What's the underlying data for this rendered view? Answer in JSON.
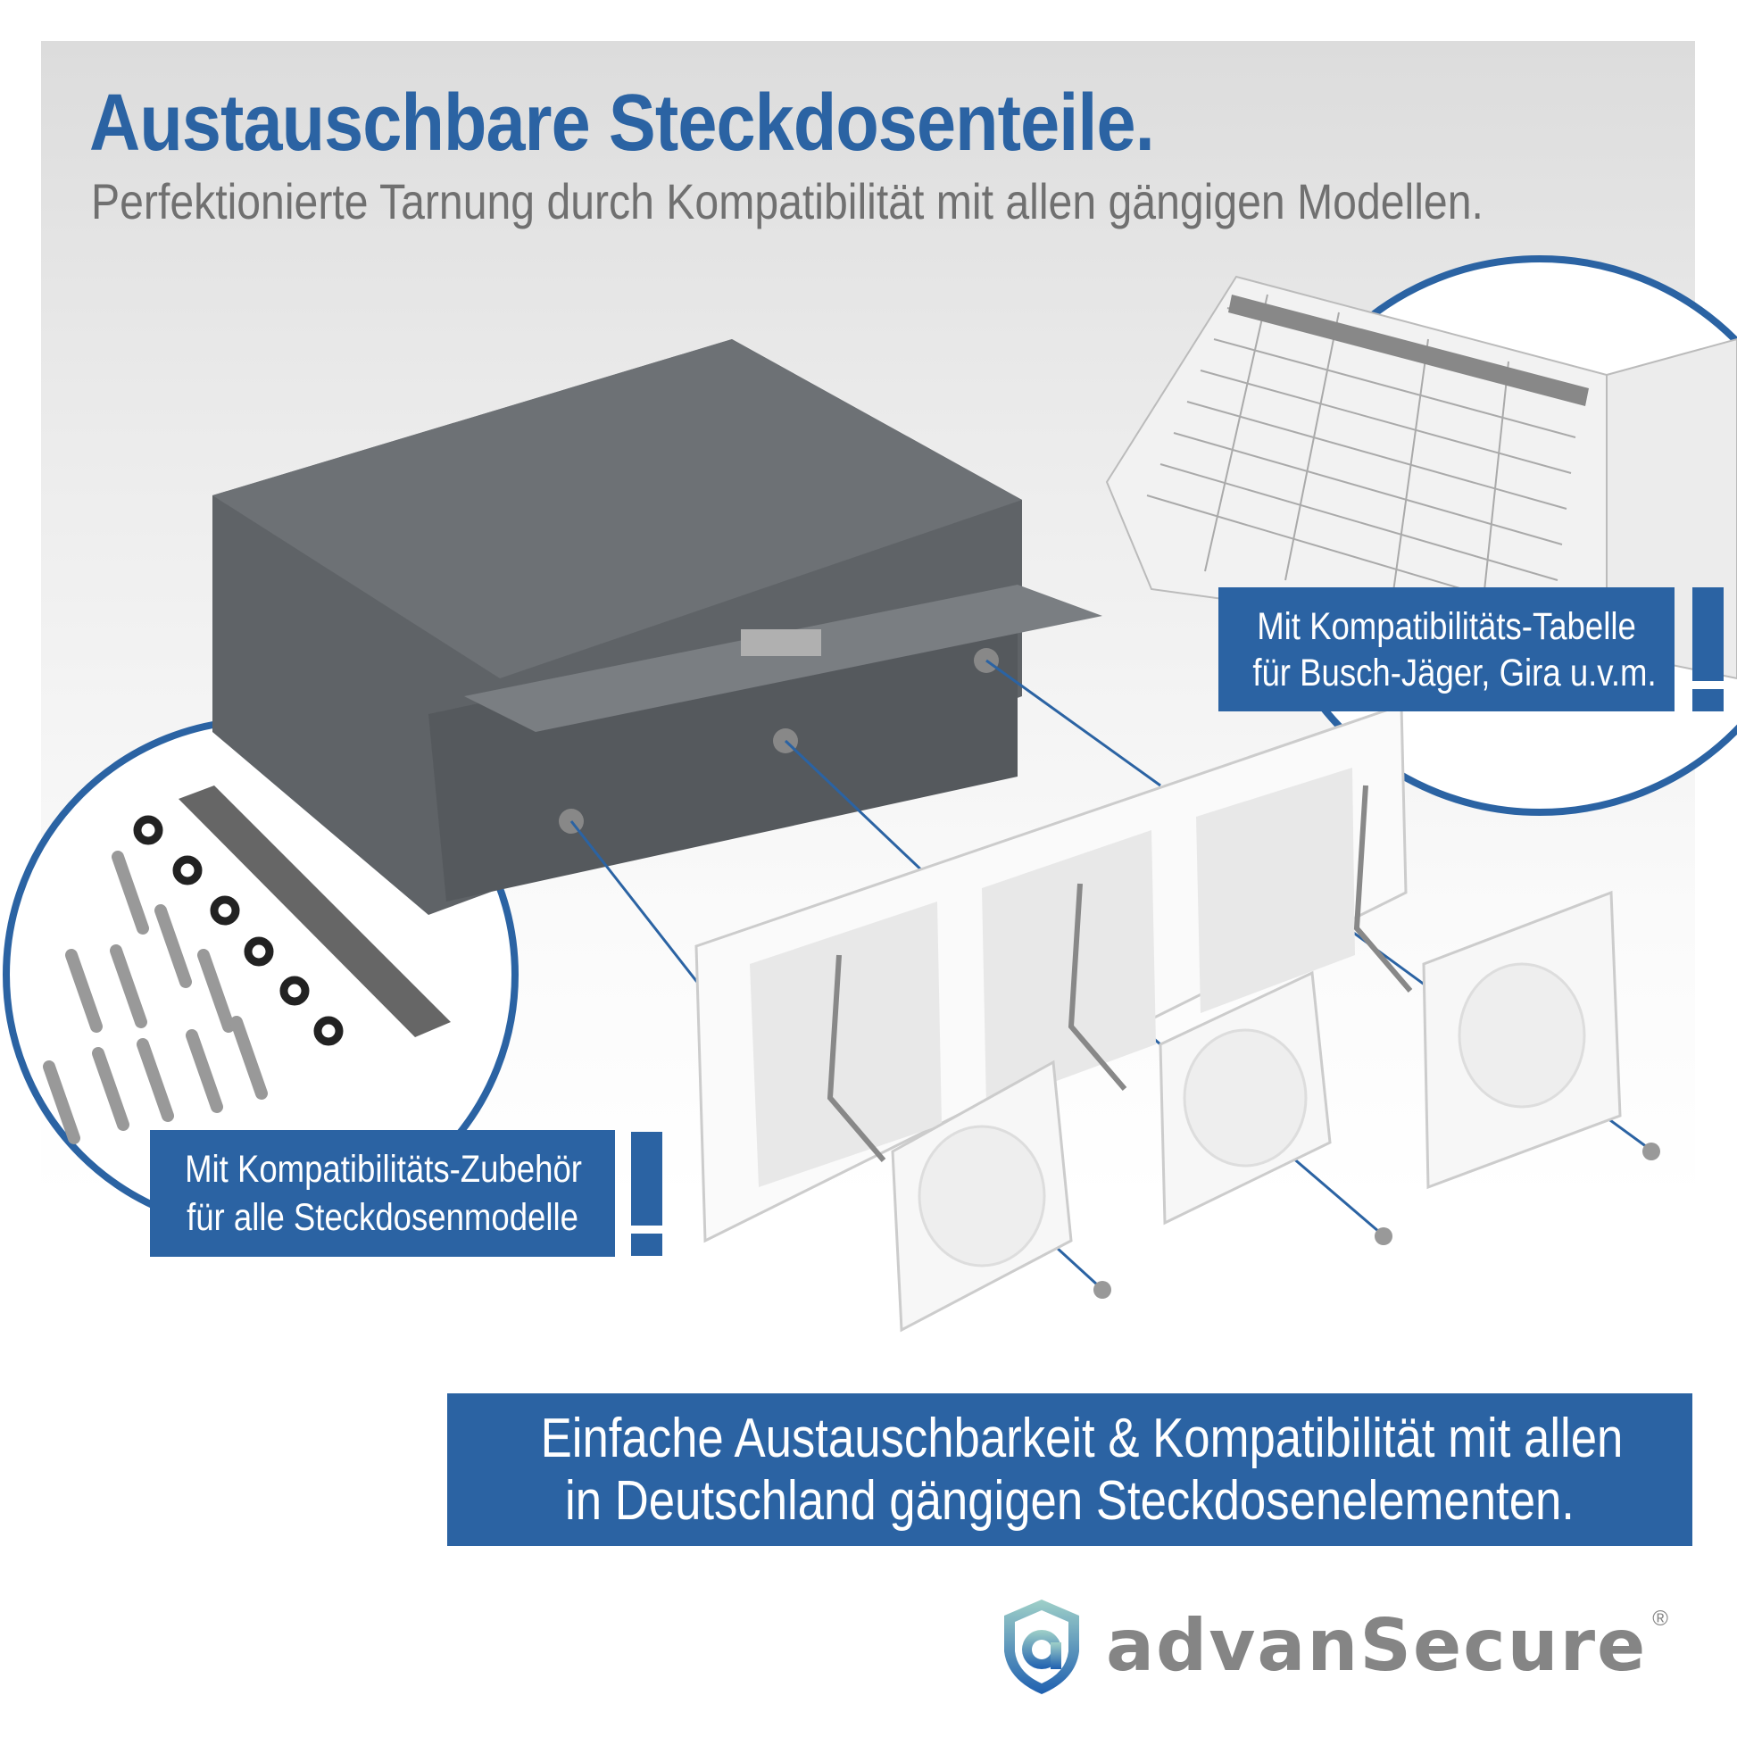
{
  "header": {
    "title": "Austauschbare Steckdosenteile.",
    "subtitle": "Perfektionierte Tarnung durch Kompatibilität mit allen gängigen Modellen."
  },
  "callouts": {
    "table": {
      "line1": "Mit Kompatibilitäts-Tabelle",
      "line2": "für Busch-Jäger, Gira u.v.m."
    },
    "accessories": {
      "line1": "Mit Kompatibilitäts-Zubehör",
      "line2": "für alle Steckdosenmodelle"
    }
  },
  "banner": {
    "line1": "Einfache Austauschbarkeit & Kompatibilität mit allen",
    "line2": "in Deutschland gängigen Steckdosenelementen."
  },
  "brand": {
    "name": "advanSecure",
    "registered": "®",
    "icon": "shield-a-icon"
  },
  "colors": {
    "accent": "#2b63a3",
    "housing": "#5f6367",
    "text_gray": "#707070"
  }
}
